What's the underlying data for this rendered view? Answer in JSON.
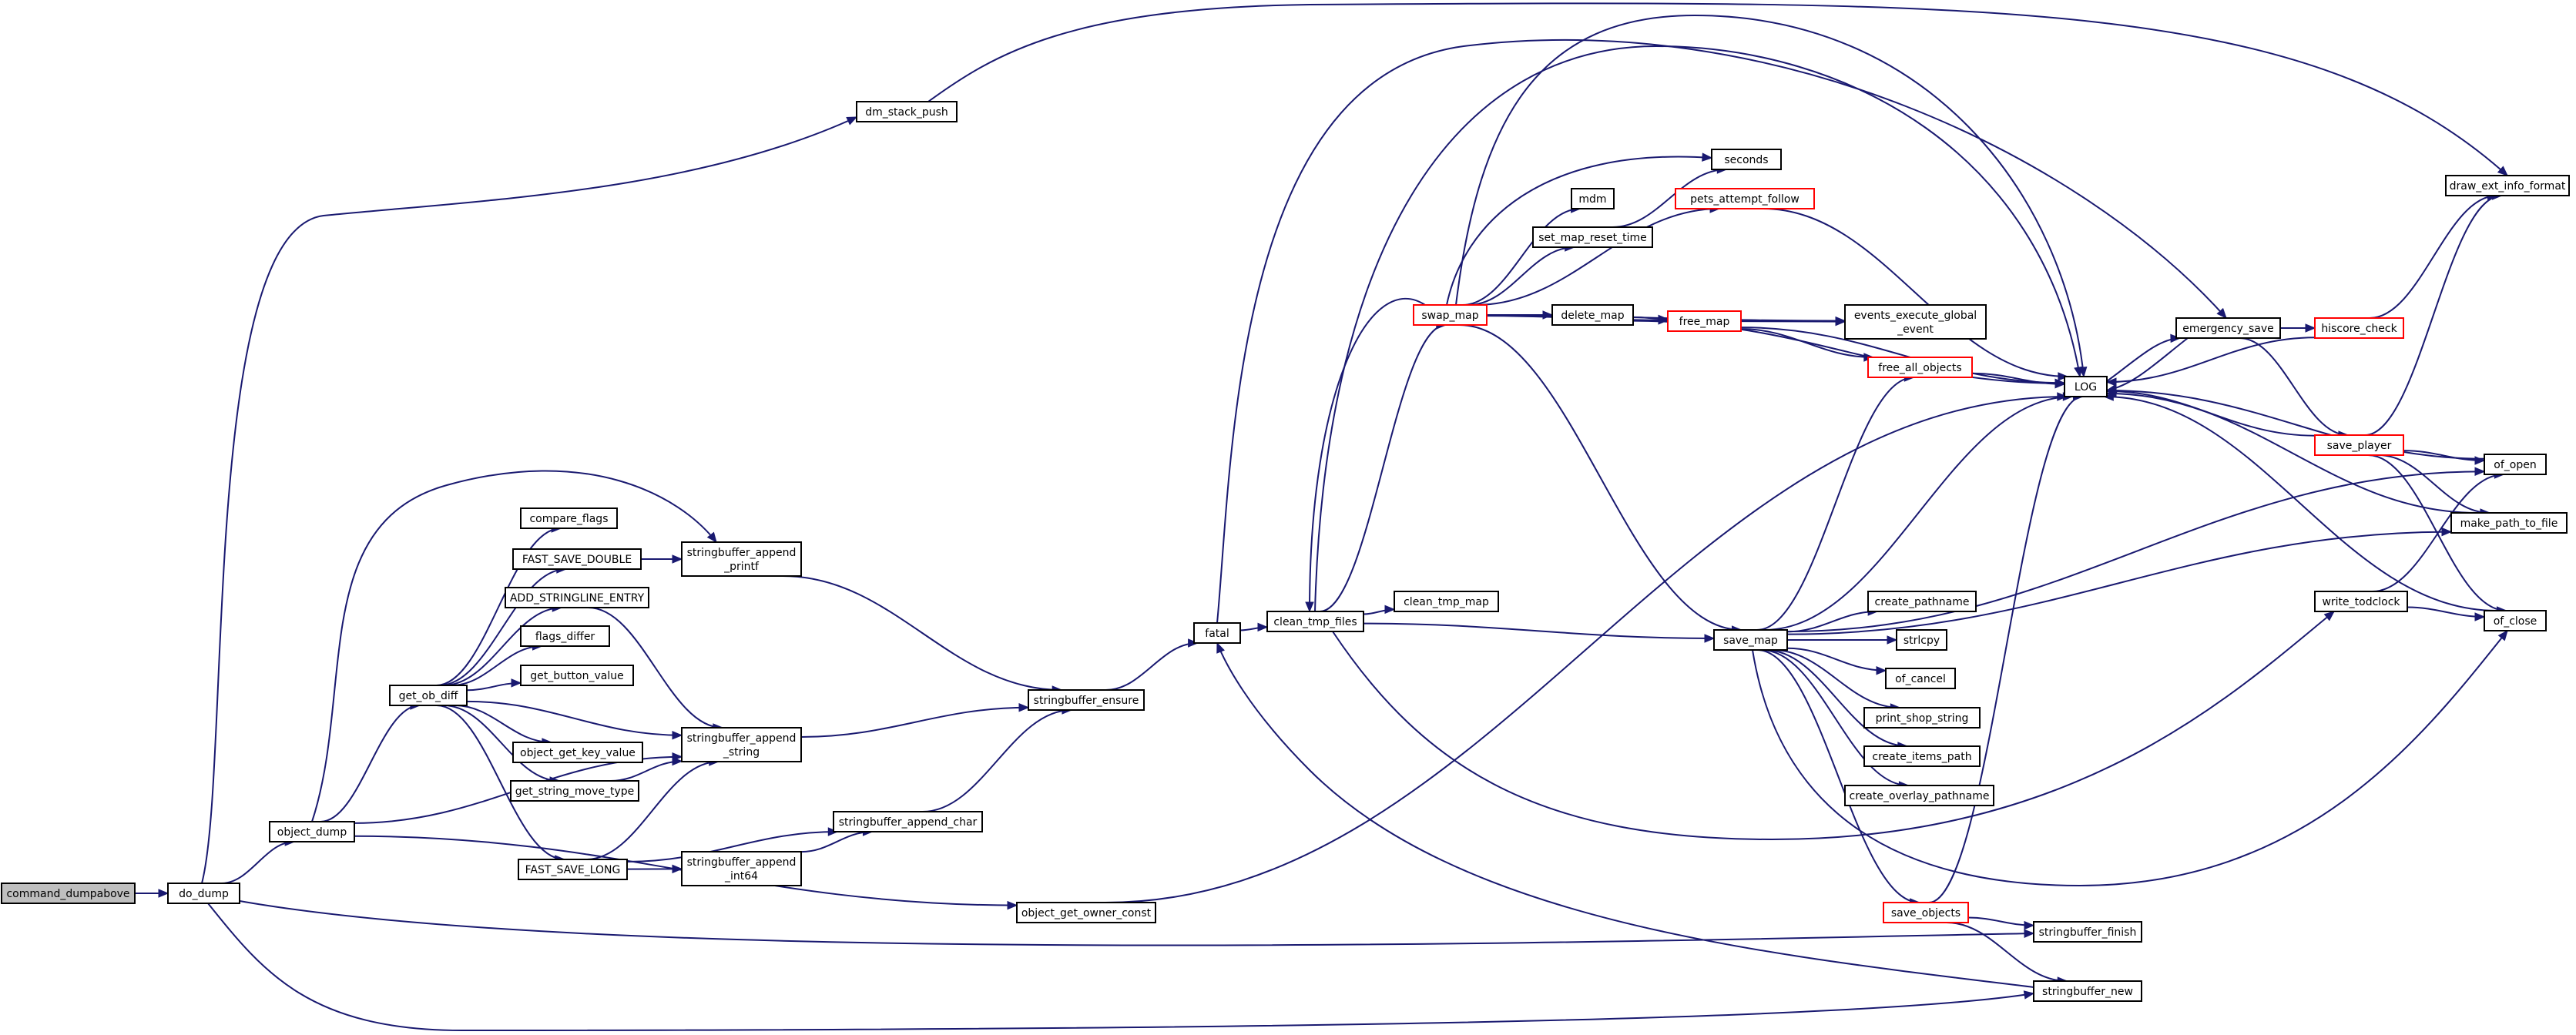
{
  "nodes": [
    {
      "id": "command_dumpabove",
      "label": "command_dumpabove",
      "kind": "root"
    },
    {
      "id": "do_dump",
      "label": "do_dump"
    },
    {
      "id": "dm_stack_push",
      "label": "dm_stack_push"
    },
    {
      "id": "object_dump",
      "label": "object_dump"
    },
    {
      "id": "get_ob_diff",
      "label": "get_ob_diff"
    },
    {
      "id": "compare_flags",
      "label": "compare_flags"
    },
    {
      "id": "FAST_SAVE_DOUBLE",
      "label": "FAST_SAVE_DOUBLE"
    },
    {
      "id": "ADD_STRINGLINE_ENTRY",
      "label": "ADD_STRINGLINE_ENTRY"
    },
    {
      "id": "flags_differ",
      "label": "flags_differ"
    },
    {
      "id": "get_button_value",
      "label": "get_button_value"
    },
    {
      "id": "object_get_key_value",
      "label": "object_get_key_value"
    },
    {
      "id": "get_string_move_type",
      "label": "get_string_move_type"
    },
    {
      "id": "FAST_SAVE_LONG",
      "label": "FAST_SAVE_LONG"
    },
    {
      "id": "stringbuffer_append_printf",
      "lines": [
        "stringbuffer_append",
        "_printf"
      ]
    },
    {
      "id": "stringbuffer_append_string",
      "lines": [
        "stringbuffer_append",
        "_string"
      ]
    },
    {
      "id": "stringbuffer_append_int64",
      "lines": [
        "stringbuffer_append",
        "_int64"
      ]
    },
    {
      "id": "stringbuffer_append_char",
      "label": "stringbuffer_append_char"
    },
    {
      "id": "stringbuffer_ensure",
      "label": "stringbuffer_ensure"
    },
    {
      "id": "object_get_owner_const",
      "label": "object_get_owner_const"
    },
    {
      "id": "fatal",
      "label": "fatal"
    },
    {
      "id": "clean_tmp_files",
      "label": "clean_tmp_files"
    },
    {
      "id": "clean_tmp_map",
      "label": "clean_tmp_map"
    },
    {
      "id": "swap_map",
      "label": "swap_map",
      "kind": "red"
    },
    {
      "id": "mdm",
      "label": "mdm"
    },
    {
      "id": "set_map_reset_time",
      "label": "set_map_reset_time"
    },
    {
      "id": "seconds",
      "label": "seconds"
    },
    {
      "id": "pets_attempt_follow",
      "label": "pets_attempt_follow",
      "kind": "red"
    },
    {
      "id": "delete_map",
      "label": "delete_map"
    },
    {
      "id": "free_map",
      "label": "free_map",
      "kind": "red"
    },
    {
      "id": "events_execute_global_event",
      "lines": [
        "events_execute_global",
        "_event"
      ]
    },
    {
      "id": "free_all_objects",
      "label": "free_all_objects",
      "kind": "red"
    },
    {
      "id": "LOG",
      "label": "LOG"
    },
    {
      "id": "save_map",
      "label": "save_map"
    },
    {
      "id": "create_pathname",
      "label": "create_pathname"
    },
    {
      "id": "strlcpy",
      "label": "strlcpy"
    },
    {
      "id": "of_cancel",
      "label": "of_cancel"
    },
    {
      "id": "print_shop_string",
      "label": "print_shop_string"
    },
    {
      "id": "create_items_path",
      "label": "create_items_path"
    },
    {
      "id": "create_overlay_pathname",
      "label": "create_overlay_pathname"
    },
    {
      "id": "save_objects",
      "label": "save_objects",
      "kind": "red"
    },
    {
      "id": "stringbuffer_finish",
      "label": "stringbuffer_finish"
    },
    {
      "id": "stringbuffer_new",
      "label": "stringbuffer_new"
    },
    {
      "id": "emergency_save",
      "label": "emergency_save"
    },
    {
      "id": "hiscore_check",
      "label": "hiscore_check",
      "kind": "red"
    },
    {
      "id": "save_player",
      "label": "save_player",
      "kind": "red"
    },
    {
      "id": "draw_ext_info_format",
      "label": "draw_ext_info_format"
    },
    {
      "id": "of_open",
      "label": "of_open"
    },
    {
      "id": "make_path_to_file",
      "label": "make_path_to_file"
    },
    {
      "id": "write_todclock",
      "label": "write_todclock"
    },
    {
      "id": "of_close",
      "label": "of_close"
    }
  ],
  "edges": [
    [
      "command_dumpabove",
      "do_dump"
    ],
    [
      "do_dump",
      "dm_stack_push"
    ],
    [
      "do_dump",
      "object_dump"
    ],
    [
      "do_dump",
      "stringbuffer_finish"
    ],
    [
      "do_dump",
      "stringbuffer_new"
    ],
    [
      "dm_stack_push",
      "draw_ext_info_format"
    ],
    [
      "object_dump",
      "get_ob_diff"
    ],
    [
      "object_dump",
      "stringbuffer_append_printf"
    ],
    [
      "object_dump",
      "stringbuffer_append_string"
    ],
    [
      "object_dump",
      "object_get_owner_const"
    ],
    [
      "get_ob_diff",
      "compare_flags"
    ],
    [
      "get_ob_diff",
      "FAST_SAVE_DOUBLE"
    ],
    [
      "get_ob_diff",
      "ADD_STRINGLINE_ENTRY"
    ],
    [
      "get_ob_diff",
      "flags_differ"
    ],
    [
      "get_ob_diff",
      "get_button_value"
    ],
    [
      "get_ob_diff",
      "stringbuffer_append_string"
    ],
    [
      "get_ob_diff",
      "object_get_key_value"
    ],
    [
      "get_ob_diff",
      "get_string_move_type"
    ],
    [
      "get_ob_diff",
      "FAST_SAVE_LONG"
    ],
    [
      "FAST_SAVE_DOUBLE",
      "stringbuffer_append_printf"
    ],
    [
      "ADD_STRINGLINE_ENTRY",
      "stringbuffer_append_string"
    ],
    [
      "get_string_move_type",
      "stringbuffer_append_string"
    ],
    [
      "FAST_SAVE_LONG",
      "stringbuffer_append_string"
    ],
    [
      "FAST_SAVE_LONG",
      "stringbuffer_append_char"
    ],
    [
      "FAST_SAVE_LONG",
      "stringbuffer_append_int64"
    ],
    [
      "stringbuffer_append_printf",
      "stringbuffer_ensure"
    ],
    [
      "stringbuffer_append_string",
      "stringbuffer_ensure"
    ],
    [
      "stringbuffer_append_char",
      "stringbuffer_ensure"
    ],
    [
      "stringbuffer_append_int64",
      "stringbuffer_append_char"
    ],
    [
      "stringbuffer_ensure",
      "fatal"
    ],
    [
      "object_get_owner_const",
      "LOG"
    ],
    [
      "fatal",
      "clean_tmp_files"
    ],
    [
      "fatal",
      "emergency_save"
    ],
    [
      "clean_tmp_files",
      "clean_tmp_map"
    ],
    [
      "clean_tmp_files",
      "swap_map"
    ],
    [
      "clean_tmp_files",
      "save_map"
    ],
    [
      "clean_tmp_files",
      "write_todclock"
    ],
    [
      "clean_tmp_files",
      "LOG"
    ],
    [
      "swap_map",
      "mdm"
    ],
    [
      "swap_map",
      "seconds"
    ],
    [
      "swap_map",
      "set_map_reset_time"
    ],
    [
      "swap_map",
      "pets_attempt_follow"
    ],
    [
      "swap_map",
      "delete_map"
    ],
    [
      "swap_map",
      "free_map"
    ],
    [
      "swap_map",
      "events_execute_global_event"
    ],
    [
      "swap_map",
      "LOG"
    ],
    [
      "swap_map",
      "save_map"
    ],
    [
      "swap_map",
      "clean_tmp_files"
    ],
    [
      "set_map_reset_time",
      "seconds"
    ],
    [
      "pets_attempt_follow",
      "LOG"
    ],
    [
      "delete_map",
      "free_map"
    ],
    [
      "delete_map",
      "LOG"
    ],
    [
      "free_map",
      "events_execute_global_event"
    ],
    [
      "free_map",
      "free_all_objects"
    ],
    [
      "free_map",
      "LOG"
    ],
    [
      "free_all_objects",
      "LOG"
    ],
    [
      "save_map",
      "free_all_objects"
    ],
    [
      "save_map",
      "LOG"
    ],
    [
      "save_map",
      "create_pathname"
    ],
    [
      "save_map",
      "strlcpy"
    ],
    [
      "save_map",
      "of_cancel"
    ],
    [
      "save_map",
      "print_shop_string"
    ],
    [
      "save_map",
      "create_items_path"
    ],
    [
      "save_map",
      "create_overlay_pathname"
    ],
    [
      "save_map",
      "save_objects"
    ],
    [
      "save_map",
      "of_open"
    ],
    [
      "save_map",
      "make_path_to_file"
    ],
    [
      "save_map",
      "of_close"
    ],
    [
      "save_objects",
      "LOG"
    ],
    [
      "save_objects",
      "stringbuffer_finish"
    ],
    [
      "save_objects",
      "stringbuffer_new"
    ],
    [
      "stringbuffer_new",
      "fatal"
    ],
    [
      "emergency_save",
      "LOG"
    ],
    [
      "emergency_save",
      "hiscore_check"
    ],
    [
      "emergency_save",
      "save_player"
    ],
    [
      "hiscore_check",
      "draw_ext_info_format"
    ],
    [
      "hiscore_check",
      "LOG"
    ],
    [
      "save_player",
      "LOG"
    ],
    [
      "save_player",
      "draw_ext_info_format"
    ],
    [
      "save_player",
      "of_open"
    ],
    [
      "save_player",
      "make_path_to_file"
    ],
    [
      "save_player",
      "of_close"
    ],
    [
      "of_open",
      "LOG"
    ],
    [
      "make_path_to_file",
      "LOG"
    ],
    [
      "write_todclock",
      "of_open"
    ],
    [
      "write_todclock",
      "of_close"
    ],
    [
      "of_close",
      "LOG"
    ],
    [
      "LOG",
      "emergency_save"
    ]
  ]
}
